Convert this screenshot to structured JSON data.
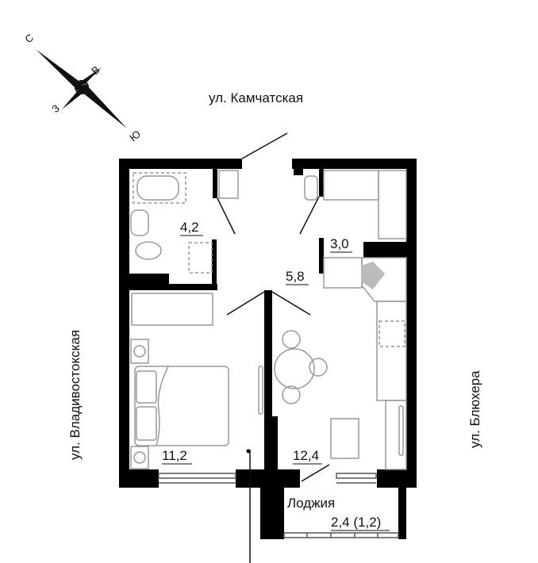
{
  "compass": {
    "north": "С",
    "east": "В",
    "west": "З",
    "south": "Ю"
  },
  "streets": {
    "top": "ул. Камчатская",
    "left": "ул. Владивостокская",
    "right": "ул. Блюхера"
  },
  "rooms": [
    {
      "id": "bathroom",
      "area": "4,2"
    },
    {
      "id": "storage",
      "area": "3,0"
    },
    {
      "id": "hallway",
      "area": "5,8"
    },
    {
      "id": "bedroom",
      "area": "11,2"
    },
    {
      "id": "kitchen",
      "area": "12,4"
    },
    {
      "id": "loggia",
      "name": "Лоджия",
      "area": "2,4 (1,2)"
    }
  ]
}
